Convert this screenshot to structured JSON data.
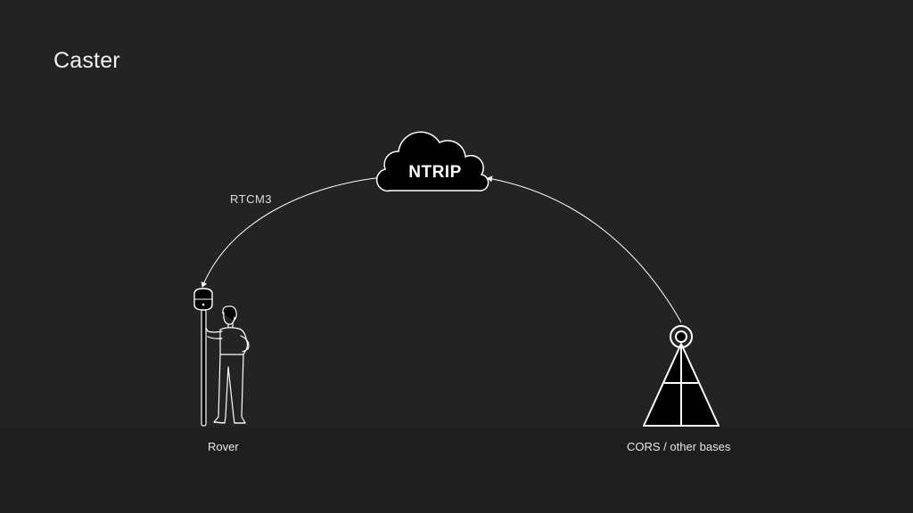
{
  "title": "Caster",
  "cloud": {
    "label": "NTRIP",
    "icon": "cloud-icon"
  },
  "link": {
    "label": "RTCM3"
  },
  "nodes": {
    "rover": {
      "label": "Rover",
      "icon": "surveyor-with-gnss-pole-icon"
    },
    "base": {
      "label": "CORS / other bases",
      "icon": "base-station-tower-icon"
    }
  },
  "colors": {
    "background": "#232323",
    "ground": "#1e1e1e",
    "stroke": "#ffffff",
    "fill": "#000000"
  }
}
